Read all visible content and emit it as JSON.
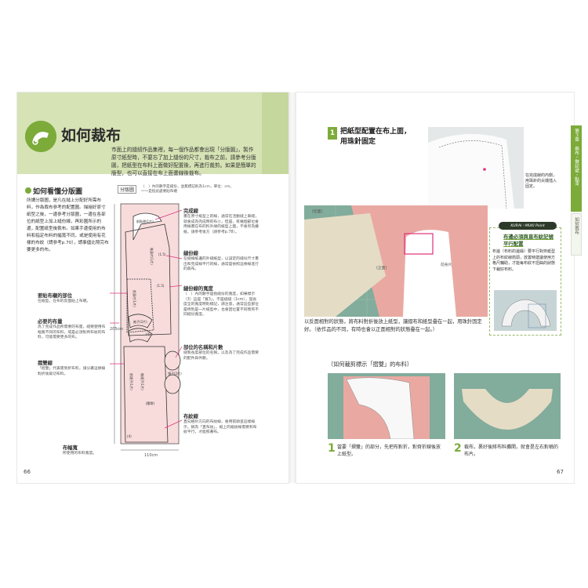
{
  "left_page": {
    "title": "如何裁布",
    "intro": "市面上的縫紉作品集裡，每一個作品都會出現「分版圖」，製作原寸紙型時，不要忘了加上縫份的尺寸，裁布之前，請參考分版圖，把紙型在布料上面做好配置後，再進行裁剪。如果是簡單的版型，也可以直接在布上面畫線後裁布。",
    "section_title": "如何看懂分版圖",
    "section_text": "所謂分版圖，是凡在縫上分配好所需布料，作為裁布參考的配置圖。描繪好原寸紙型之後，一邊參考分版圖，一邊在各部位的紙型上加上縫份線，再彩圖所示的邊，配置紙型後裁布。如果手邊使用的布料和指定布料的幅寬不同，或是使用有花樣的布紋（請參考p.70），請事儘比照完布要更多的布。",
    "diagram": {
      "label": "分版圖",
      "legend_line1": "（　）內的數字是縫份，並無標記則為1cm，單位：cm。",
      "legend_line2": "〰〰是指此處要貼布襯",
      "width_label": "110cm",
      "height_label": "205cm",
      "piece_labels": [
        "前貼邊(1片)",
        "後身片(1片)",
        "前身片(1片)",
        "袖子(2片)",
        "前裙子(1片)",
        "後裙子(1片)",
        "領子(2片)",
        "(腰帶)"
      ],
      "margins": [
        "(1.5)",
        "(1.5)",
        "(4)",
        "(4)"
      ]
    },
    "annotations": [
      {
        "title": "完成線",
        "body": "畫在原寸紙型上的線，通常在活動縫上車縫，就會成為完成時的布小，但是，有幾個部位會用線畫在布的料外緣的紙型上面，不會另為擴紙，請參考後方（請參考p.78）。"
      },
      {
        "title": "縫份線",
        "body": "在縫線紙邊的外縫紙型，以設定的縫份尺寸畫出和完成線平行的線，通常是依照這條線進行的裁布。"
      },
      {
        "title": "縫份線的寬度",
        "body": "（　）內的數字是指縫份的寬度，如果標示（3）這是「寬3」，不是縫縫（1cm），當長度全的寬度時則標記，請注意，通常這些部位是特別是一片紙型中，也會因位置不同而有不同縫份寬度。"
      },
      {
        "title": "部位的名稱和片數",
        "body": "縫製長度部位的名稱，以及為了完成作品需要的配件與件數。"
      },
      {
        "title": "布紋線",
        "body": "直向經紗方向的布紋線，會用箭頭呈這樣線示，稱為「直布紋」，紙上的紙紋線需要和布紋平行，才能照著布。"
      }
    ],
    "left_annotations": [
      {
        "title": "要貼布襯的部位",
        "body": "在紙型，在布的反面貼上布襯。"
      },
      {
        "title": "必要的布量",
        "body": "為了完成作品所需要的布量，縫要使用布幅寬不同的布料，或是必須對齊布紋的布料，可能需要更多的布。"
      },
      {
        "title": "摺雙線",
        "body": "「摺雙」代表需到折布料，請分著這條線對折後裁切布料。"
      },
      {
        "title": "布幅寬",
        "body": "所使用的布料寬度。"
      }
    ],
    "page_number": "66"
  },
  "right_page": {
    "step1_badge": "1",
    "step1_title_line1": "把紙型配置在布上面，",
    "step1_title_line2": "用珠針固定",
    "callout": "在完成線的內側，用珠針的尖端插入固定。",
    "photo_labels": {
      "surface": "(反面)",
      "front": "(正面)",
      "piece": "前身片"
    },
    "photo_caption": "以反面相對的狀態，將布料對折後放上紙型，讓摺布和紙型疊在一起，用珠針固定好。（依作品的不同，有時也會以正面相對的狀態疊在一起。）",
    "point": {
      "tag": "KURAI・MUKI Point",
      "title": "布邊必須與直布紋記號平行配置",
      "text": "布邊（布料的邊緣）要平行對齊紙型上的布紋線箭頭，放置時建議使用方格尺輔助，才能每布紋不扭曲的狀態下裁好布料。"
    },
    "sub_heading": "〔如何裁剪標示「摺雙」的布料〕",
    "step_captions": [
      {
        "num": "1",
        "text": "當要「摺雙」的部分，先把布對折，對齊折線後放上紙型。"
      },
      {
        "num": "2",
        "text": "裁布，裹好後將布料攤開，就會是左右對稱的布片。"
      }
    ],
    "tab_a": "第３章　裁布・做記號・點漆",
    "tab_b": "如何裁布",
    "page_number": "67"
  },
  "colors": {
    "accent": "#7cab3a",
    "header_band": "#d6e3b5",
    "diagram_pink": "#f8dcdc",
    "pink_line": "#e0307a",
    "cutting_mat": "#82ac9c",
    "fabric_pink": "#e9a9a2",
    "linen": "#e5dcc6"
  }
}
